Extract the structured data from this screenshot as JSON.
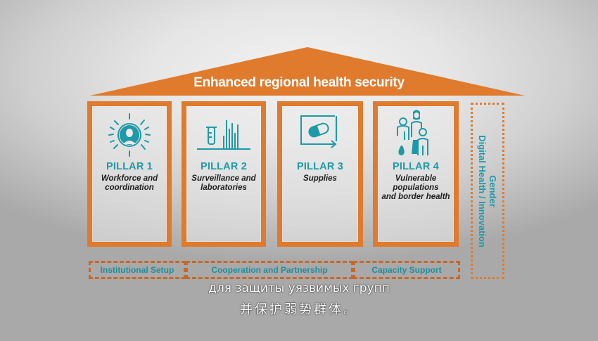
{
  "roof": {
    "title": "Enhanced regional health security",
    "color": "#e07a2c"
  },
  "pillars": [
    {
      "title": "PILLAR 1",
      "description": "Workforce and\ncoordination",
      "icon": "health-worker-icon"
    },
    {
      "title": "PILLAR 2",
      "description": "Surveillance and\nlaboratories",
      "icon": "test-tube-chart-icon"
    },
    {
      "title": "PILLAR 3",
      "description": "Supplies",
      "icon": "pill-capsule-icon"
    },
    {
      "title": "PILLAR 4",
      "description": "Vulnerable\npopulations\nand border health",
      "icon": "family-group-icon"
    }
  ],
  "side": {
    "text": "Gender\nDigital Health / Innovation"
  },
  "foundation": [
    {
      "label": "Institutional Setup"
    },
    {
      "label": "Cooperation and Partnership"
    },
    {
      "label": "Capacity Support"
    }
  ],
  "subtitles": {
    "russian": "для защиты уязвимых групп",
    "chinese": "并保护弱势群体。"
  },
  "colors": {
    "orange": "#e07a2c",
    "teal": "#1d9aa8",
    "text_dark": "#1e1e1e"
  }
}
